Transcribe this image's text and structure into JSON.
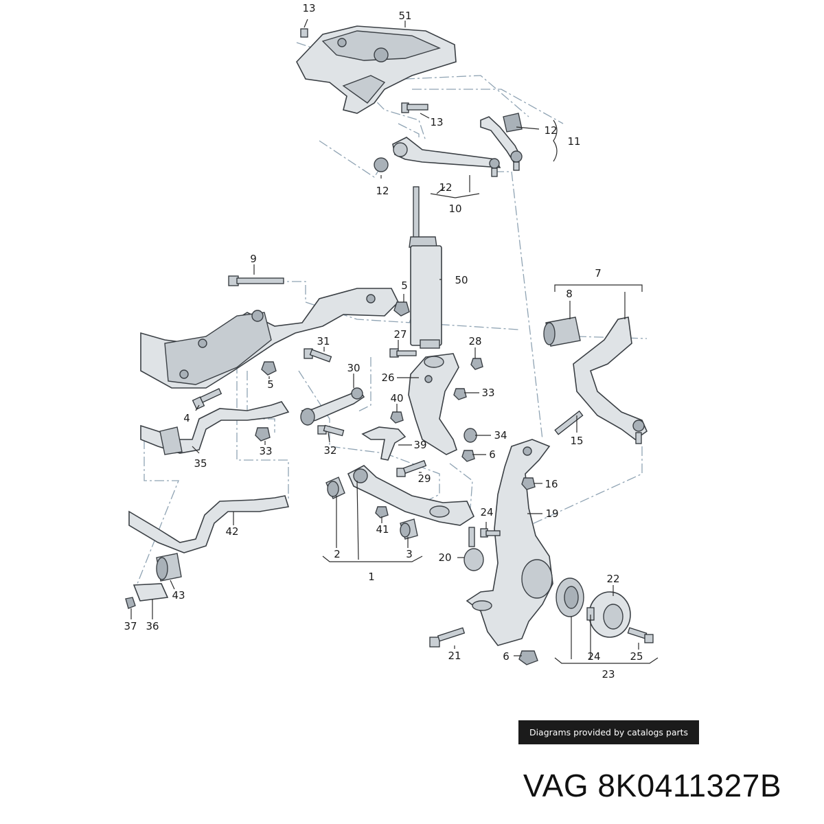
{
  "callouts": [
    {
      "id": "c1",
      "label": "1"
    },
    {
      "id": "c2",
      "label": "2"
    },
    {
      "id": "c3",
      "label": "3"
    },
    {
      "id": "c4",
      "label": "4"
    },
    {
      "id": "c5a",
      "label": "5"
    },
    {
      "id": "c5b",
      "label": "5"
    },
    {
      "id": "c6a",
      "label": "6"
    },
    {
      "id": "c6b",
      "label": "6"
    },
    {
      "id": "c7",
      "label": "7"
    },
    {
      "id": "c8",
      "label": "8"
    },
    {
      "id": "c9",
      "label": "9"
    },
    {
      "id": "c10",
      "label": "10"
    },
    {
      "id": "c11",
      "label": "11"
    },
    {
      "id": "c12a",
      "label": "12"
    },
    {
      "id": "c12b",
      "label": "12"
    },
    {
      "id": "c12c",
      "label": "12"
    },
    {
      "id": "c13a",
      "label": "13"
    },
    {
      "id": "c13b",
      "label": "13"
    },
    {
      "id": "c15",
      "label": "15"
    },
    {
      "id": "c16",
      "label": "16"
    },
    {
      "id": "c19",
      "label": "19"
    },
    {
      "id": "c20",
      "label": "20"
    },
    {
      "id": "c21",
      "label": "21"
    },
    {
      "id": "c22",
      "label": "22"
    },
    {
      "id": "c23",
      "label": "23"
    },
    {
      "id": "c24a",
      "label": "24"
    },
    {
      "id": "c24b",
      "label": "24"
    },
    {
      "id": "c25",
      "label": "25"
    },
    {
      "id": "c26",
      "label": "26"
    },
    {
      "id": "c27",
      "label": "27"
    },
    {
      "id": "c28",
      "label": "28"
    },
    {
      "id": "c29",
      "label": "29"
    },
    {
      "id": "c30",
      "label": "30"
    },
    {
      "id": "c31",
      "label": "31"
    },
    {
      "id": "c32",
      "label": "32"
    },
    {
      "id": "c33a",
      "label": "33"
    },
    {
      "id": "c33b",
      "label": "33"
    },
    {
      "id": "c34",
      "label": "34"
    },
    {
      "id": "c35",
      "label": "35"
    },
    {
      "id": "c36",
      "label": "36"
    },
    {
      "id": "c37",
      "label": "37"
    },
    {
      "id": "c39",
      "label": "39"
    },
    {
      "id": "c40",
      "label": "40"
    },
    {
      "id": "c41",
      "label": "41"
    },
    {
      "id": "c42",
      "label": "42"
    },
    {
      "id": "c43",
      "label": "43"
    },
    {
      "id": "c50",
      "label": "50"
    },
    {
      "id": "c51",
      "label": "51"
    }
  ],
  "credit_text": "Diagrams provided by catalogs parts",
  "title": "VAG 8K0411327B",
  "colors": {
    "part_fill": "#dfe3e6",
    "part_outline": "#3a3f44",
    "dash_line": "#8fa3b3",
    "credit_bg": "#1b1b1b",
    "text": "#111111"
  }
}
